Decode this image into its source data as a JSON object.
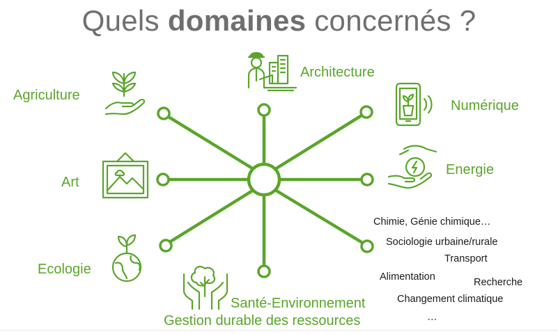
{
  "title": {
    "before": "Quels ",
    "bold": "domaines",
    "after": " concernés ?"
  },
  "colors": {
    "accent": "#5aa52a",
    "title": "#6f6f6f",
    "text": "#1a1a1a"
  },
  "domains": {
    "agriculture": {
      "label": "Agriculture",
      "icon": "plant-in-hand-icon"
    },
    "architecture": {
      "label": "Architecture",
      "icon": "architect-with-buildings-icon"
    },
    "numerique": {
      "label": "Numérique",
      "icon": "smartphone-plant-icon"
    },
    "art": {
      "label": "Art",
      "icon": "landscape-picture-icon"
    },
    "energie": {
      "label": "Energie",
      "icon": "energy-in-hands-icon"
    },
    "ecologie": {
      "label": "Ecologie",
      "icon": "globe-sprout-icon"
    },
    "sante": {
      "label": "Santé-Environnement",
      "icon": "hands-tree-icon"
    },
    "gestion": {
      "label": "Gestion durable des ressources"
    }
  },
  "other_domains": [
    "Chimie, Génie chimique…",
    "Sociologie urbaine/rurale",
    "Transport",
    "Alimentation",
    "Recherche",
    "Changement climatique",
    "…"
  ]
}
